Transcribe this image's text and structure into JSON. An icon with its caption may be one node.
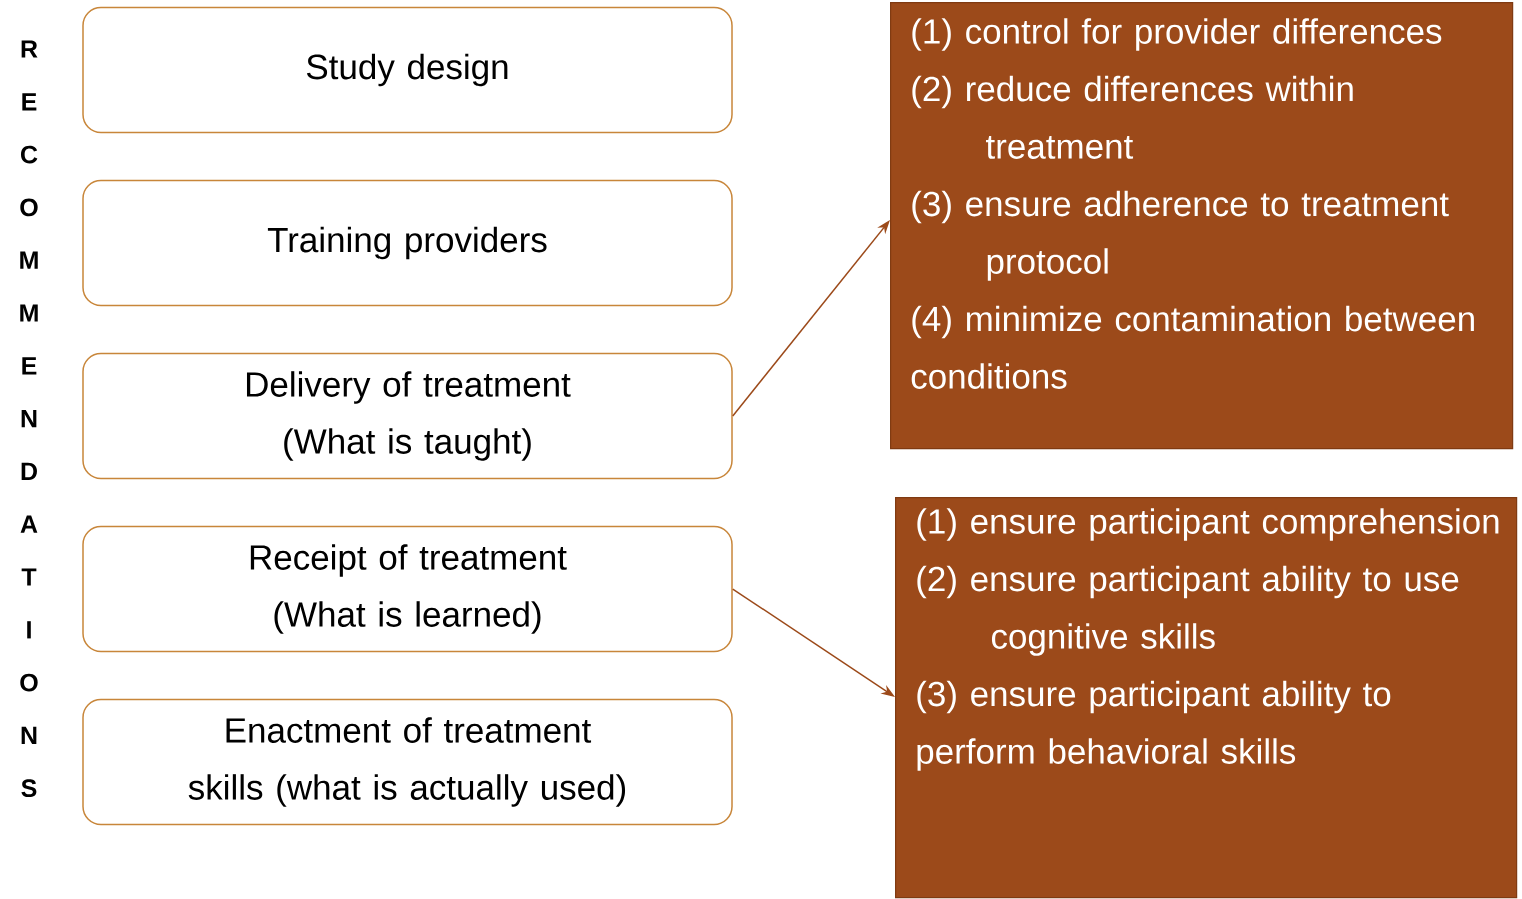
{
  "diagram": {
    "nodes": [
      {
        "text": [
          "Study design"
        ]
      },
      {
        "text": [
          "Training providers"
        ]
      },
      {
        "text": [
          "Delivery of treatment (What is taught)"
        ]
      },
      {
        "text": [
          "Receipt of treatment (What is learned)"
        ]
      },
      {
        "text": [
          "Enactment of treatment skills (what is actually used)"
        ]
      },
      {
        "text": [
          "(1) control for provider differences",
          "(2) reduce differences within treatment",
          "(3) ensure adherence to treatment protocol",
          "(4) minimize contamination between conditions"
        ]
      },
      {
        "text": [
          "(1) ensure participant comprehension",
          "(2) ensure participant ability to use cognitive skills",
          "(3) ensure participant ability to perform behavioral skills"
        ]
      }
    ],
    "edges": [
      {
        "from": 2,
        "to": 5,
        "arrow": "to"
      },
      {
        "from": 3,
        "to": 6,
        "arrow": "to"
      }
    ],
    "labels": [
      "R",
      "E",
      "C",
      "O",
      "M",
      "M",
      "E",
      "N",
      "D",
      "A",
      "T",
      "I",
      "O",
      "N",
      "S"
    ]
  }
}
